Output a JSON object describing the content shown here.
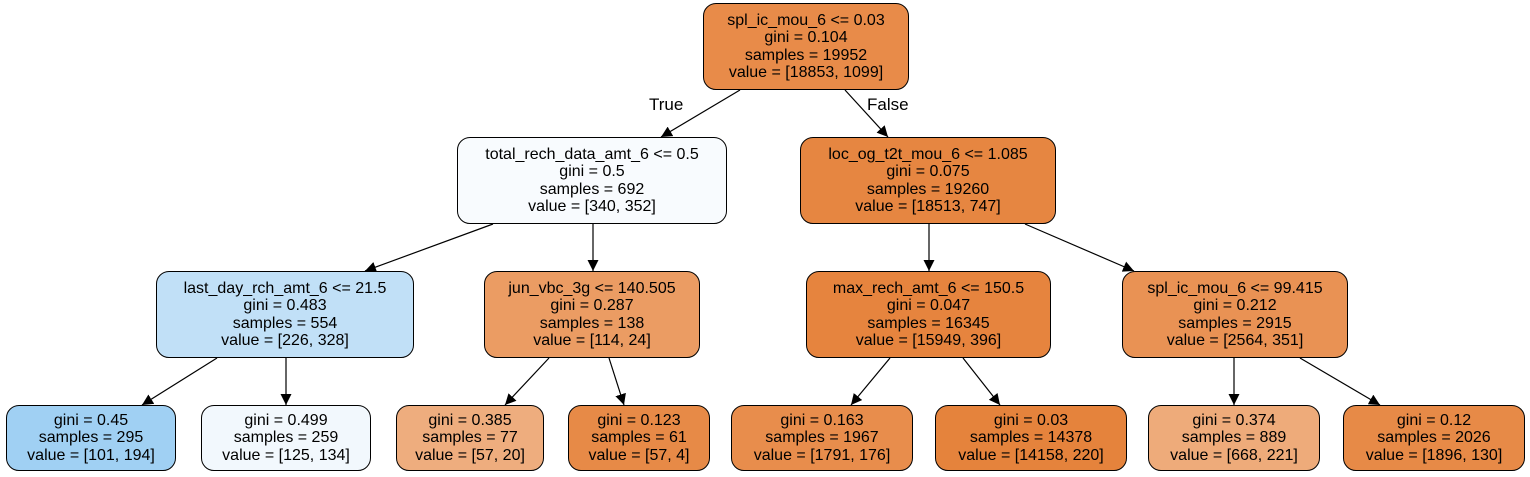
{
  "diagram": {
    "edge_labels": {
      "true_label": "True",
      "false_label": "False"
    },
    "nodes": {
      "n0": {
        "condition": "spl_ic_mou_6 <= 0.03",
        "gini": "gini = 0.104",
        "samples": "samples = 19952",
        "value": "value = [18853, 1099]",
        "fill": "#e88b49"
      },
      "n1": {
        "condition": "total_rech_data_amt_6 <= 0.5",
        "gini": "gini = 0.5",
        "samples": "samples = 692",
        "value": "value = [340, 352]",
        "fill": "#f8fbfe"
      },
      "n2": {
        "condition": "loc_og_t2t_mou_6 <= 1.085",
        "gini": "gini = 0.075",
        "samples": "samples = 19260",
        "value": "value = [18513, 747]",
        "fill": "#e68641"
      },
      "n3": {
        "condition": "last_day_rch_amt_6 <= 21.5",
        "gini": "gini = 0.483",
        "samples": "samples = 554",
        "value": "value = [226, 328]",
        "fill": "#c1e0f7"
      },
      "n4": {
        "condition": "jun_vbc_3g <= 140.505",
        "gini": "gini = 0.287",
        "samples": "samples = 138",
        "value": "value = [114, 24]",
        "fill": "#eb9c63"
      },
      "n5": {
        "condition": "max_rech_amt_6 <= 150.5",
        "gini": "gini = 0.047",
        "samples": "samples = 16345",
        "value": "value = [15949, 396]",
        "fill": "#e6843e"
      },
      "n6": {
        "condition": "spl_ic_mou_6 <= 99.415",
        "gini": "gini = 0.212",
        "samples": "samples = 2915",
        "value": "value = [2564, 351]",
        "fill": "#e99254"
      },
      "n7": {
        "gini": "gini = 0.45",
        "samples": "samples = 295",
        "value": "value = [101, 194]",
        "fill": "#a0d0f3"
      },
      "n8": {
        "gini": "gini = 0.499",
        "samples": "samples = 259",
        "value": "value = [125, 134]",
        "fill": "#f2f8fd"
      },
      "n9": {
        "gini": "gini = 0.385",
        "samples": "samples = 77",
        "value": "value = [57, 20]",
        "fill": "#eead7e"
      },
      "n10": {
        "gini": "gini = 0.123",
        "samples": "samples = 61",
        "value": "value = [57, 4]",
        "fill": "#e78a47"
      },
      "n11": {
        "gini": "gini = 0.163",
        "samples": "samples = 1967",
        "value": "value = [1791, 176]",
        "fill": "#e88d4c"
      },
      "n12": {
        "gini": "gini = 0.03",
        "samples": "samples = 14378",
        "value": "value = [14158, 220]",
        "fill": "#e5833c"
      },
      "n13": {
        "gini": "gini = 0.374",
        "samples": "samples = 889",
        "value": "value = [668, 221]",
        "fill": "#eeab7a"
      },
      "n14": {
        "gini": "gini = 0.12",
        "samples": "samples = 2026",
        "value": "value = [1896, 130]",
        "fill": "#e78a47"
      }
    }
  }
}
